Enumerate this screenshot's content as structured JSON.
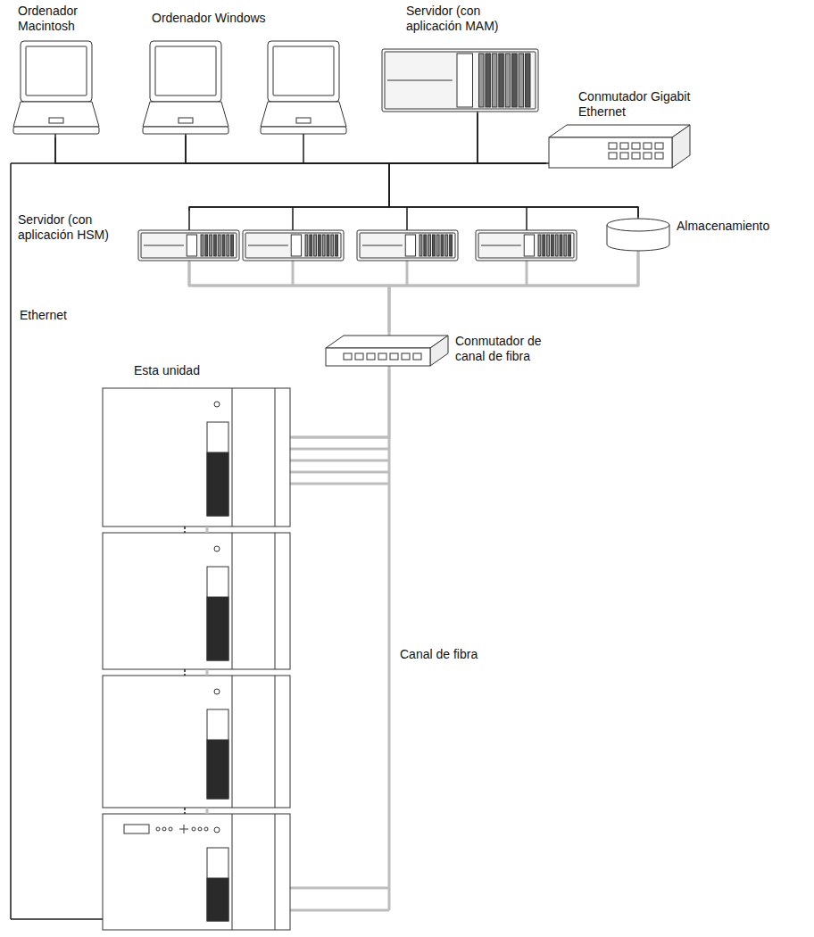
{
  "diagram": {
    "nodes": [
      {
        "text": [
          "Ordenador Macintosh"
        ]
      },
      {
        "text": [
          "Ordenador Windows"
        ]
      },
      {
        "text": [
          "Servidor (con aplicación MAM)"
        ]
      },
      {
        "text": [
          "Conmutador Gigabit Ethernet"
        ]
      },
      {
        "text": [
          "Servidor (con aplicación HSM)"
        ]
      },
      {
        "text": [
          "Almacenamiento"
        ]
      },
      {
        "text": [
          "Conmutador de canal de fibra"
        ]
      },
      {
        "text": [
          "Esta unidad"
        ]
      }
    ],
    "edges": [
      {
        "from": 0,
        "to": 3,
        "arrow": "none"
      },
      {
        "from": 1,
        "to": 3,
        "arrow": "none"
      },
      {
        "from": 2,
        "to": 3,
        "arrow": "none"
      },
      {
        "from": 4,
        "to": 3,
        "arrow": "none"
      },
      {
        "from": 5,
        "to": 3,
        "arrow": "none"
      },
      {
        "from": 4,
        "to": 6,
        "arrow": "none"
      },
      {
        "from": 5,
        "to": 6,
        "arrow": "none"
      },
      {
        "from": 7,
        "to": 6,
        "arrow": "none"
      }
    ],
    "labels": [
      "Ethernet",
      "Canal de fibra"
    ]
  }
}
